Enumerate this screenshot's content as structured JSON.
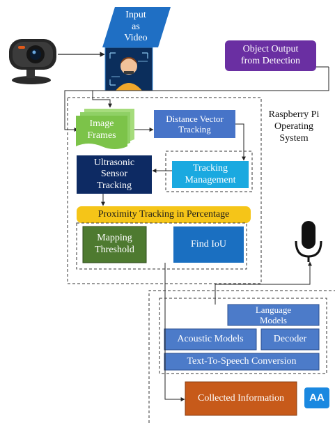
{
  "nodes": {
    "input_video": "Input\nas\nVideo",
    "object_output": "Object Output\nfrom Detection",
    "raspberry_pi": "Raspberry Pi\nOperating\nSystem",
    "image_frames": "Image\nFrames",
    "distance_vector": "Distance Vector\nTracking",
    "ultrasonic": "Ultrasonic\nSensor\nTracking",
    "tracking_management": "Tracking\nManagement",
    "proximity": "Proximity Tracking in Percentage",
    "mapping_threshold": "Mapping\nThreshold",
    "find_iou": "Find IoU",
    "language_models": "Language\nModels",
    "acoustic_models": "Acoustic Models",
    "decoder": "Decoder",
    "tts": "Text-To-Speech Conversion",
    "collected_info": "Collected Information",
    "text_icon": "AA"
  },
  "colors": {
    "input_video": "#1f6fc4",
    "object_output": "#6a2fa2",
    "image_frames": "#7cc349",
    "distance_vector": "#4774c8",
    "ultrasonic": "#0d2a63",
    "tracking_management": "#1aa9e0",
    "proximity": "#f5c518",
    "mapping_threshold": "#4e7a30",
    "find_iou": "#1a6fc1",
    "language_models": "#4c7bc9",
    "acoustic_models": "#4c7bc9",
    "decoder": "#4c7bc9",
    "tts": "#4c7bc9",
    "collected_info": "#c75a1a",
    "text_icon": "#1a88e0"
  },
  "icons": {
    "webcam": "webcam-icon",
    "face_scan": "face-scan-icon",
    "microphone": "microphone-icon",
    "text_size": "text-size-icon"
  }
}
